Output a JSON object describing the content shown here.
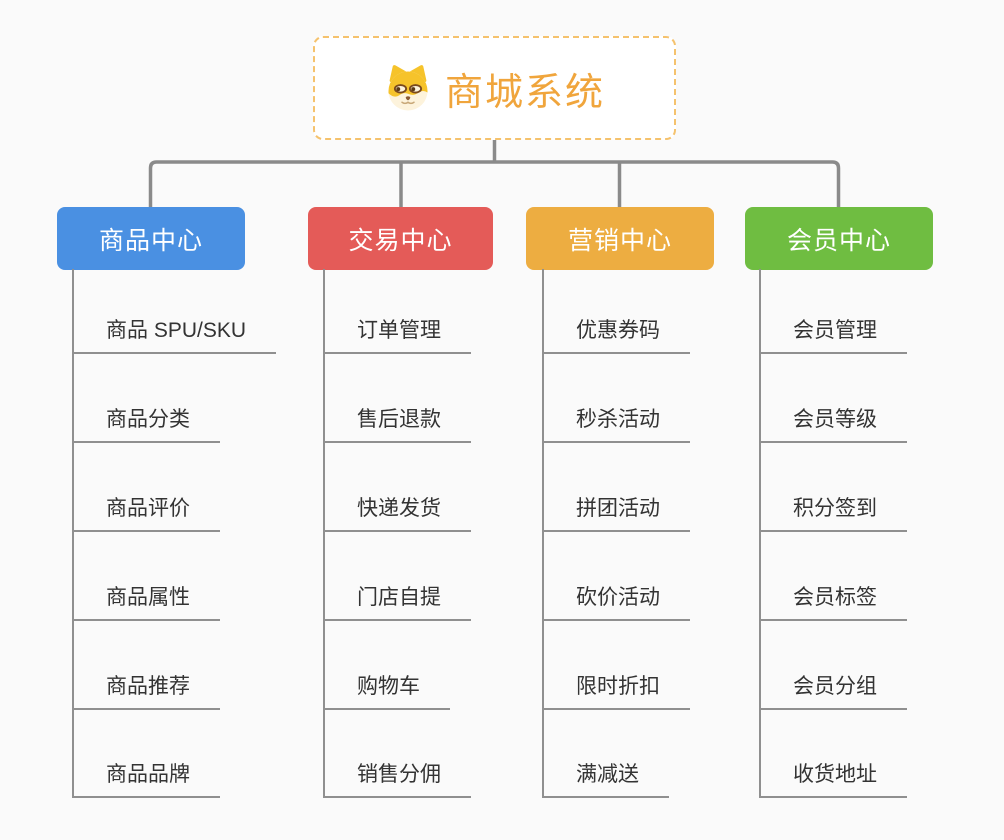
{
  "root": {
    "label": "商城系统",
    "icon": "shiba-dog-icon",
    "accent_color": "#F0A53C",
    "border_color": "#F5C26D"
  },
  "colors": {
    "background": "#FAFAFA",
    "connector_line": "#8A8A8A",
    "child_line": "#8F8F8F",
    "child_text": "#333333"
  },
  "branches": [
    {
      "label": "商品中心",
      "color": "#4A90E2",
      "children": [
        "商品 SPU/SKU",
        "商品分类",
        "商品评价",
        "商品属性",
        "商品推荐",
        "商品品牌"
      ]
    },
    {
      "label": "交易中心",
      "color": "#E45B58",
      "children": [
        "订单管理",
        "售后退款",
        "快递发货",
        "门店自提",
        "购物车",
        "销售分佣"
      ]
    },
    {
      "label": "营销中心",
      "color": "#EDAD41",
      "children": [
        "优惠券码",
        "秒杀活动",
        "拼团活动",
        "砍价活动",
        "限时折扣",
        "满减送"
      ]
    },
    {
      "label": "会员中心",
      "color": "#6FBD41",
      "children": [
        "会员管理",
        "会员等级",
        "积分签到",
        "会员标签",
        "会员分组",
        "收货地址"
      ]
    }
  ]
}
